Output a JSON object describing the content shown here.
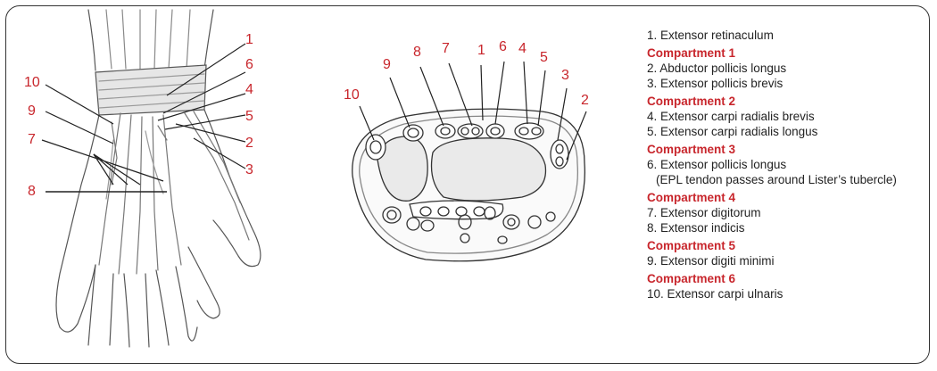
{
  "callouts_hand": [
    "1",
    "6",
    "4",
    "5",
    "2",
    "3",
    "10",
    "9",
    "7",
    "8"
  ],
  "callouts_section": [
    "10",
    "9",
    "8",
    "7",
    "1",
    "6",
    "4",
    "5",
    "3",
    "2"
  ],
  "legend": {
    "intro": "1. Extensor retinaculum",
    "groups": [
      {
        "heading": "Compartment 1",
        "items": [
          "2. Abductor pollicis longus",
          "3. Extensor pollicis brevis"
        ]
      },
      {
        "heading": "Compartment 2",
        "items": [
          "4. Extensor carpi radialis brevis",
          "5. Extensor carpi radialis longus"
        ]
      },
      {
        "heading": "Compartment 3",
        "items": [
          "6. Extensor pollicis longus",
          "(EPL tendon passes around Lister’s tubercle)"
        ]
      },
      {
        "heading": "Compartment 4",
        "items": [
          "7. Extensor digitorum",
          "8. Extensor indicis"
        ]
      },
      {
        "heading": "Compartment 5",
        "items": [
          "9. Extensor digiti minimi"
        ]
      },
      {
        "heading": "Compartment 6",
        "items": [
          "10. Extensor carpi ulnaris"
        ]
      }
    ]
  },
  "colors": {
    "accent": "#c8262c",
    "line": "#222222",
    "frame": "#333333"
  }
}
